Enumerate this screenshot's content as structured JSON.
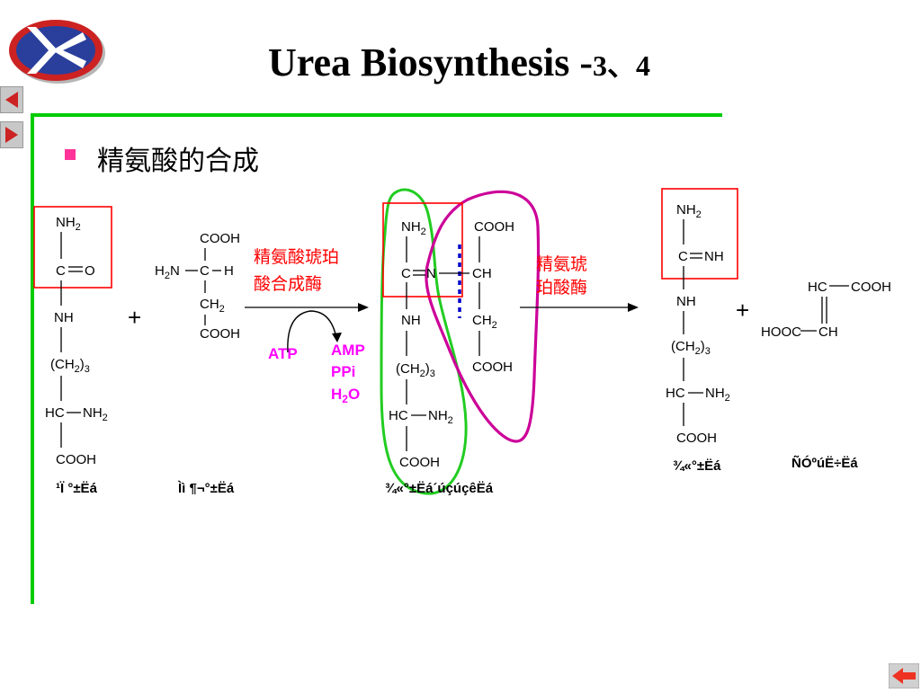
{
  "title": {
    "main": "Urea Biosynthesis -",
    "num": "3、4"
  },
  "bullet": "精氨酸的合成",
  "nav": {
    "prev_icon": "triangle-left-icon",
    "next_icon": "triangle-right-icon",
    "end_icon": "return-arrow-icon"
  },
  "colors": {
    "green_frame": "#00cc00",
    "red_box": "#ff0000",
    "magenta": "#cc0099",
    "enzyme_text": "#ff0000",
    "label_text": "#ff00ff"
  },
  "molecules": {
    "citrulline": {
      "nh2": "NH",
      "nh2_sub": "2",
      "c": "C",
      "o": "O",
      "nh": "NH",
      "ch2_paren": "(CH",
      "ch2_sub": "2",
      "ch2_end": ")",
      "ch2_n": "3",
      "hc": "HC",
      "hc_nh2": "NH",
      "hc_nh2_sub": "2",
      "cooh": "COOH",
      "name": "¹Ï °±Ëá"
    },
    "aspartate": {
      "cooh_top": "COOH",
      "h2n": "H",
      "h2n_sub": "2",
      "h2n_n": "N",
      "c": "C",
      "h": "H",
      "ch2": "CH",
      "ch2_sub": "2",
      "cooh": "COOH",
      "name": "Ìì ¶¬°±Ëá"
    },
    "argininosuccinate": {
      "nh2": "NH",
      "nh2_sub": "2",
      "c": "C",
      "n": "N",
      "nh": "NH",
      "ch2_paren": "(CH",
      "ch2_sub": "2",
      "ch2_end": ")",
      "ch2_n": "3",
      "hc": "HC",
      "hc_nh2": "NH",
      "hc_nh2_sub": "2",
      "cooh": "COOH",
      "r_cooh_top": "COOH",
      "r_ch": "CH",
      "r_ch2": "CH",
      "r_ch2_sub": "2",
      "r_cooh": "COOH",
      "name": "¾«°±Ëá´úçúçêËá"
    },
    "arginine": {
      "nh2": "NH",
      "nh2_sub": "2",
      "c": "C",
      "nh_eq": "NH",
      "nh": "NH",
      "ch2_paren": "(CH",
      "ch2_sub": "2",
      "ch2_end": ")",
      "ch2_n": "3",
      "hc": "HC",
      "hc_nh2": "NH",
      "hc_nh2_sub": "2",
      "cooh": "COOH",
      "name": "¾«°±Ëá"
    },
    "fumarate": {
      "hc": "HC",
      "cooh_r": "COOH",
      "hooc": "HOOC",
      "ch": "CH",
      "name": "ÑÓºúË÷Ëá"
    }
  },
  "plus_signs": [
    "+",
    "+"
  ],
  "reaction1": {
    "enzyme_line1": "精氨酸琥珀",
    "enzyme_line2": "酸合成酶",
    "atp": "ATP",
    "amp": "AMP",
    "ppi": "PPi",
    "h2o_h": "H",
    "h2o_sub": "2",
    "h2o_o": "O"
  },
  "reaction2": {
    "enzyme_line1": "精氨琥",
    "enzyme_line2": "珀酸酶"
  }
}
